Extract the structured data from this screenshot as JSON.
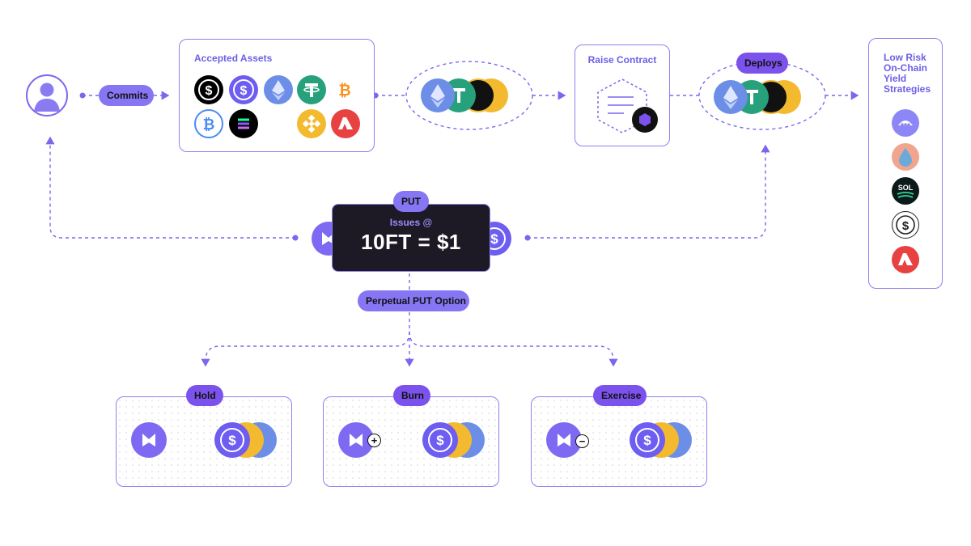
{
  "user": {
    "icon": "user-avatar-icon"
  },
  "commits_label": "Commits",
  "accepted_assets": {
    "title": "Accepted Assets",
    "coins": [
      {
        "name": "usdc-black",
        "color": "#000000"
      },
      {
        "name": "usdc",
        "color": "#6d5df0"
      },
      {
        "name": "ethereum",
        "color": "#6c8ee6"
      },
      {
        "name": "tether",
        "color": "#26a17b"
      },
      {
        "name": "bitcoin",
        "color": "#f7931a"
      },
      {
        "name": "wrapped-bitcoin",
        "color": "#4a8bf5"
      },
      {
        "name": "solana",
        "color": "#000000"
      },
      {
        "name": "binance",
        "color": "#f3ba2f"
      },
      {
        "name": "avalanche",
        "color": "#e84142"
      }
    ]
  },
  "raise_contract": {
    "title": "Raise Contract",
    "icon": "contract-document-icon"
  },
  "deploys_label": "Deploys",
  "strategies": {
    "title_lines": [
      "Low Risk",
      "On-Chain",
      "Yield",
      "Strategies"
    ],
    "icons": [
      "morpho-icon",
      "drop-icon",
      "sol-icon",
      "dollar-icon",
      "avalanche-icon"
    ],
    "sol_text": "SOL"
  },
  "put": {
    "label": "PUT",
    "issues_label": "Issues @",
    "rate": "10FT = $1",
    "option_label": "Perpetual PUT Option"
  },
  "outcomes": [
    {
      "label": "Hold",
      "badge": ""
    },
    {
      "label": "Burn",
      "badge": "+"
    },
    {
      "label": "Exercise",
      "badge": "−"
    }
  ],
  "colors": {
    "accent": "#7b67ee",
    "pill": "#8776f3",
    "dark_pill": "#7b52ec",
    "box_border": "#8e82f0",
    "issue_bg": "#1d1a26"
  }
}
